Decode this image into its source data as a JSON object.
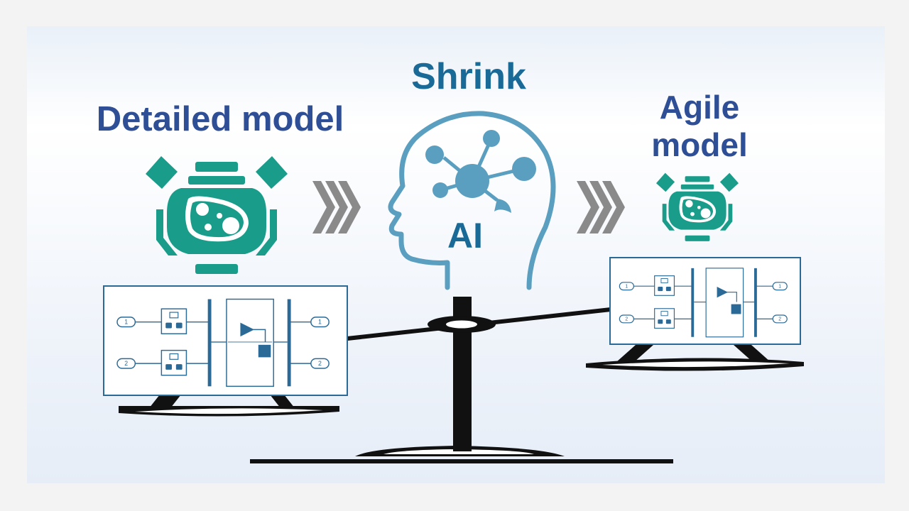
{
  "labels": {
    "detailed": "Detailed model",
    "shrink": "Shrink",
    "agile_line1": "Agile",
    "agile_line2": "model",
    "ai": "AI"
  },
  "ports": {
    "in1": "1",
    "in2": "2",
    "out1": "1",
    "out2": "2"
  },
  "icons": {
    "left_engine": "engine-icon",
    "right_engine": "engine-icon",
    "head": "ai-head-network-icon",
    "chevrons": "triple-chevron-right-icon",
    "balance": "balance-scale-icon"
  },
  "colors": {
    "teal": "#1a9c8a",
    "head_blue": "#5a9ec0",
    "title_blue": "#2e4f96",
    "shrink_blue": "#1a6a98",
    "chevron_gray": "#8a8a8a",
    "scale_black": "#111111",
    "diagram_blue": "#2b6a97"
  }
}
